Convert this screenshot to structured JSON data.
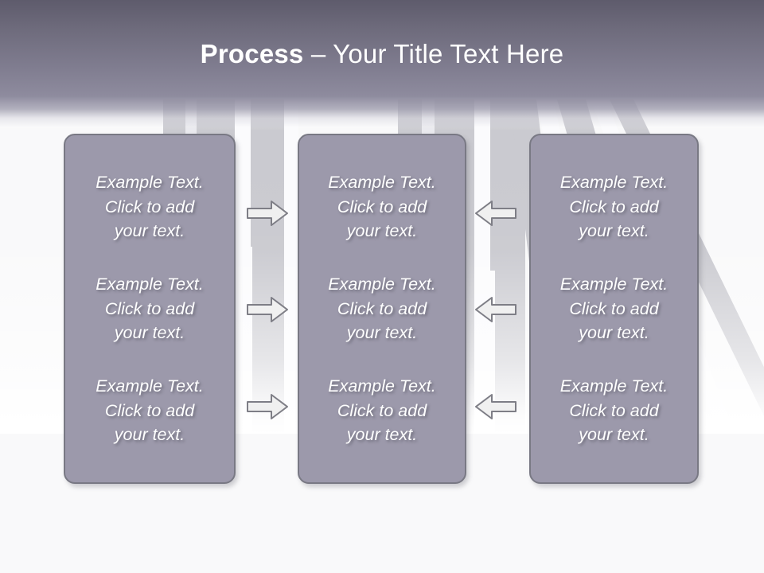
{
  "slide": {
    "title_strong": "Process",
    "title_rest": " – Your Title Text Here",
    "background_top_color": "#5e5b6c",
    "background_mid_color": "#8e8b9e",
    "panel_fill_color": "#9c99ab",
    "panel_border_color": "#797984",
    "text_color": "#ffffff",
    "arrow_fill_color": "#f0f0f0",
    "arrow_border_color": "#7e7e86"
  },
  "columns": [
    {
      "id": "column-1",
      "items": [
        {
          "text": "Example Text.\nClick  to add\nyour text."
        },
        {
          "text": "Example Text.\nClick  to add\nyour text."
        },
        {
          "text": "Example Text.\nClick  to add\nyour text."
        }
      ]
    },
    {
      "id": "column-2",
      "items": [
        {
          "text": "Example Text.\nClick  to add\nyour text."
        },
        {
          "text": "Example Text.\nClick  to add\nyour text."
        },
        {
          "text": "Example Text.\nClick  to add\nyour text."
        }
      ]
    },
    {
      "id": "column-3",
      "items": [
        {
          "text": "Example Text.\nClick  to add\nyour text."
        },
        {
          "text": "Example Text.\nClick  to add\nyour text."
        },
        {
          "text": "Example Text.\nClick  to add\nyour text."
        }
      ]
    }
  ],
  "connectors": [
    {
      "name": "arrow-right-1",
      "direction": "right"
    },
    {
      "name": "arrow-right-2",
      "direction": "right"
    },
    {
      "name": "arrow-right-3",
      "direction": "right"
    },
    {
      "name": "arrow-left-1",
      "direction": "left"
    },
    {
      "name": "arrow-left-2",
      "direction": "left"
    },
    {
      "name": "arrow-left-3",
      "direction": "left"
    }
  ]
}
